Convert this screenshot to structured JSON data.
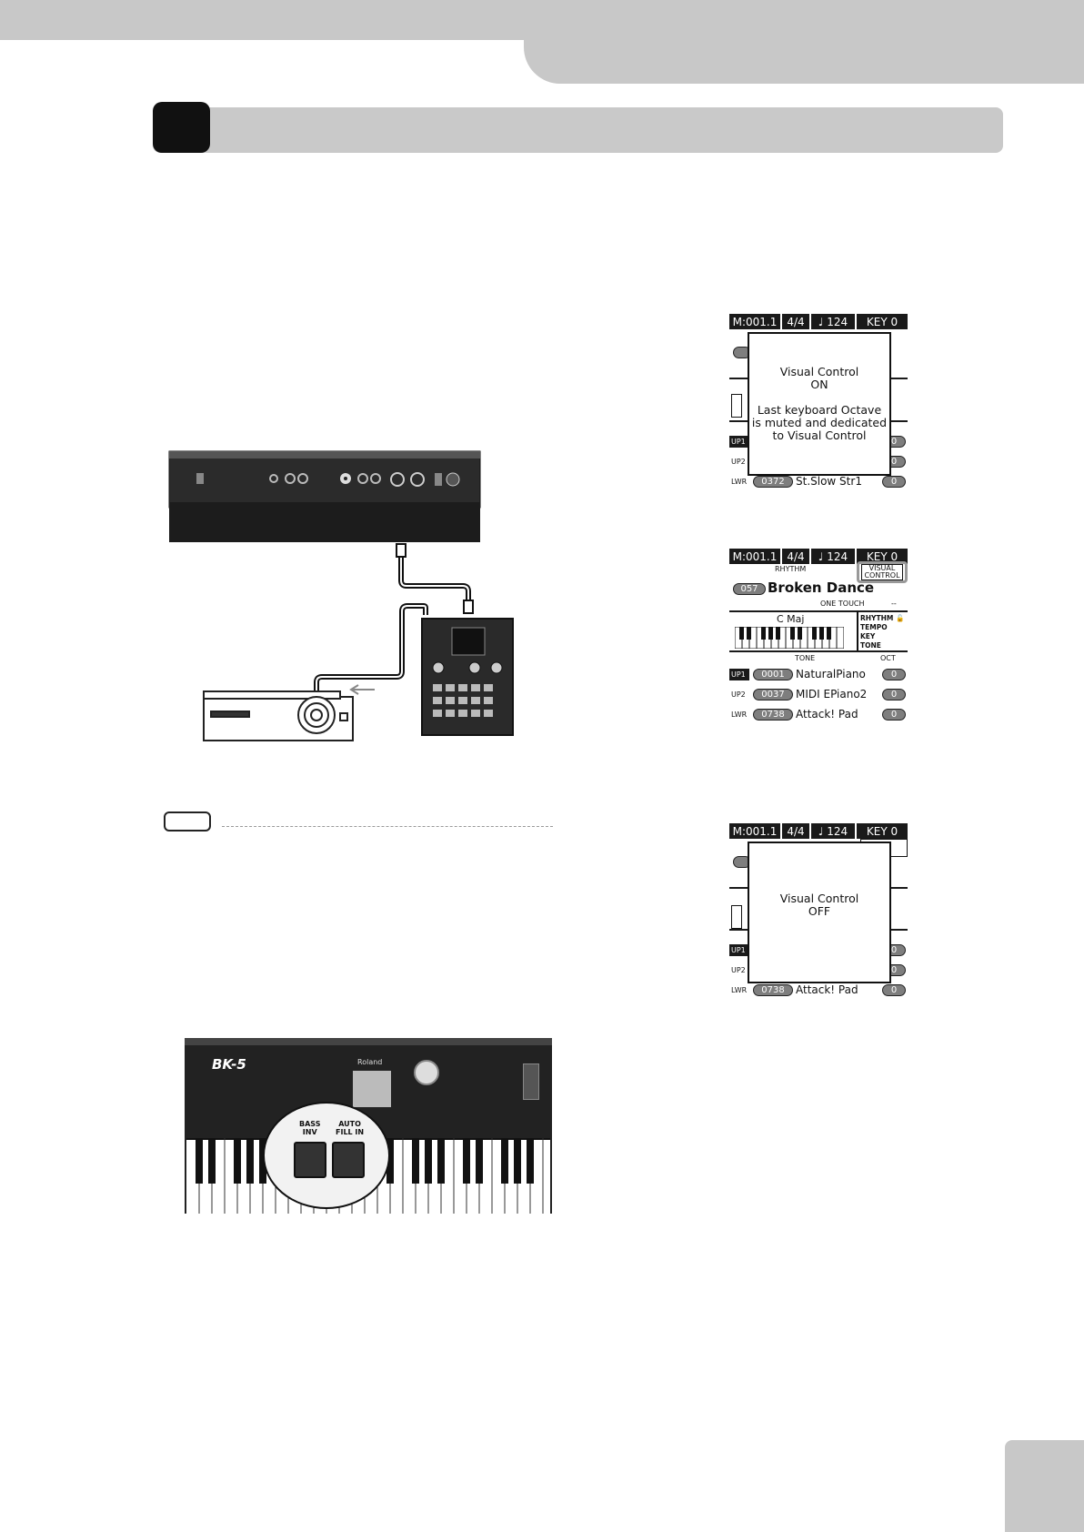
{
  "lcd_top": {
    "status": {
      "measure": "M:001.1",
      "time_sig": "4/4",
      "tempo": "124",
      "key": "KEY 0"
    },
    "popup_lines": [
      "Visual Control",
      "ON",
      "",
      "Last keyboard Octave",
      "is muted and dedicated",
      "to Visual Control"
    ],
    "rows": [
      {
        "part": "LWR",
        "number": "0372",
        "name": "St.Slow Str1",
        "oct": "0"
      }
    ],
    "partial_oct": [
      "0",
      "0"
    ],
    "partial_parts": [
      "UP1",
      "UP2"
    ]
  },
  "lcd_middle": {
    "status": {
      "measure": "M:001.1",
      "time_sig": "4/4",
      "tempo": "124",
      "key": "KEY 0"
    },
    "rhythm_label": "RHYTHM",
    "visual_control_badge": [
      "VISUAL",
      "CONTROL"
    ],
    "rhythm_number": "057",
    "rhythm_name": "Broken Dance",
    "one_touch_label": "ONE TOUCH",
    "one_touch_value": "--",
    "chord": "C Maj",
    "locks": [
      "RHYTHM",
      "TEMPO",
      "KEY",
      "TONE"
    ],
    "tone_label": "TONE",
    "oct_label": "OCT",
    "rows": [
      {
        "part": "UP1",
        "number": "0001",
        "name": "NaturalPiano",
        "oct": "0"
      },
      {
        "part": "UP2",
        "number": "0037",
        "name": "MIDI EPiano2",
        "oct": "0"
      },
      {
        "part": "LWR",
        "number": "0738",
        "name": "Attack! Pad",
        "oct": "0"
      }
    ]
  },
  "lcd_bottom": {
    "status": {
      "measure": "M:001.1",
      "time_sig": "4/4",
      "tempo": "124",
      "key": "KEY 0"
    },
    "popup_lines": [
      "Visual Control",
      "OFF"
    ],
    "rows": [
      {
        "part": "LWR",
        "number": "0738",
        "name": "Attack! Pad",
        "oct": "0"
      }
    ],
    "partial_oct": [
      "0",
      "0"
    ],
    "partial_parts": [
      "UP1",
      "UP2"
    ]
  },
  "keyboard_photo": {
    "model": "BK-5",
    "brand": "Roland",
    "button_left": [
      "BASS",
      "INV"
    ],
    "button_right": [
      "AUTO",
      "FILL IN"
    ]
  }
}
